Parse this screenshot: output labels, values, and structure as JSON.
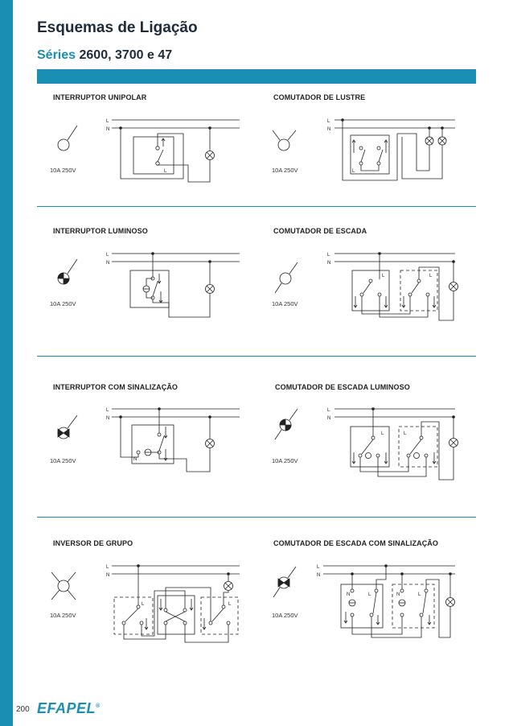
{
  "header": {
    "title": "Esquemas de Ligação",
    "subtitle_lead": "Séries",
    "subtitle_rest": "2600, 3700 e 47"
  },
  "sections": [
    {
      "title": "INTERRUPTOR UNIPOLAR",
      "rating": "10A 250V"
    },
    {
      "title": "COMUTADOR DE LUSTRE",
      "rating": "10A 250V"
    },
    {
      "title": "INTERRUPTOR LUMINOSO",
      "rating": "10A 250V"
    },
    {
      "title": "COMUTADOR DE ESCADA",
      "rating": "10A 250V"
    },
    {
      "title": "INTERRUPTOR COM SINALIZAÇÃO",
      "rating": "10A 250V"
    },
    {
      "title": "COMUTADOR DE ESCADA LUMINOSO",
      "rating": "10A 250V"
    },
    {
      "title": "INVERSOR DE GRUPO",
      "rating": "10A 250V"
    },
    {
      "title": "COMUTADOR DE ESCADA COM SINALIZAÇÃO",
      "rating": "10A 250V"
    }
  ],
  "wire_labels": {
    "line": "L",
    "neutral": "N"
  },
  "footer": {
    "page_number": "200",
    "brand": "EFAPEL",
    "brand_mark": "®"
  },
  "colors": {
    "accent": "#1a8fb3",
    "ink": "#1f2b3a"
  }
}
